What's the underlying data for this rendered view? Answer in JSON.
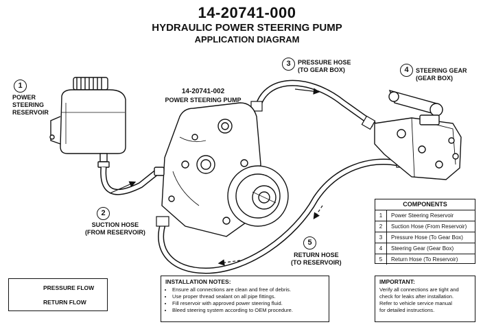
{
  "title": {
    "part_number": "14-20741-000",
    "line1": "HYDRAULIC POWER STEERING PUMP",
    "line2": "APPLICATION DIAGRAM"
  },
  "pump_label": {
    "part_number": "14-20741-002",
    "name": "POWER STEERING PUMP"
  },
  "callouts": [
    {
      "number": "1",
      "line1": "POWER",
      "line2": "STEERING",
      "line3": "RESERVOIR"
    },
    {
      "number": "2",
      "line1": "SUCTION HOSE",
      "line2": "(FROM RESERVOIR)"
    },
    {
      "number": "3",
      "line1": "PRESSURE HOSE",
      "line2": "(TO GEAR BOX)"
    },
    {
      "number": "4",
      "line1": "STEERING GEAR",
      "line2": "(GEAR BOX)"
    },
    {
      "number": "5",
      "line1": "RETURN HOSE",
      "line2": "(TO RESERVOIR)"
    }
  ],
  "components": {
    "header": "COMPONENTS",
    "rows": [
      {
        "n": "1",
        "desc": "Power Steering Reservoir"
      },
      {
        "n": "2",
        "desc": "Suction Hose (From Reservoir)"
      },
      {
        "n": "3",
        "desc": "Pressure Hose (To Gear Box)"
      },
      {
        "n": "4",
        "desc": "Steering Gear (Gear Box)"
      },
      {
        "n": "5",
        "desc": "Return Hose (To Reservoir)"
      }
    ]
  },
  "legend": {
    "pressure": "PRESSURE FLOW",
    "return": "RETURN FLOW"
  },
  "notes": {
    "header": "INSTALLATION NOTES:",
    "items": [
      "Ensure all connections are clean and free of debris.",
      "Use proper thread sealant on all pipe fittings.",
      "Fill reservoir with approved power steering fluid.",
      "Bleed steering system according to OEM procedure."
    ]
  },
  "important": {
    "header": "IMPORTANT:",
    "text": "Verify all connections are tight and\ncheck for leaks after installation.\nRefer to vehicle service manual\nfor detailed instructions."
  }
}
